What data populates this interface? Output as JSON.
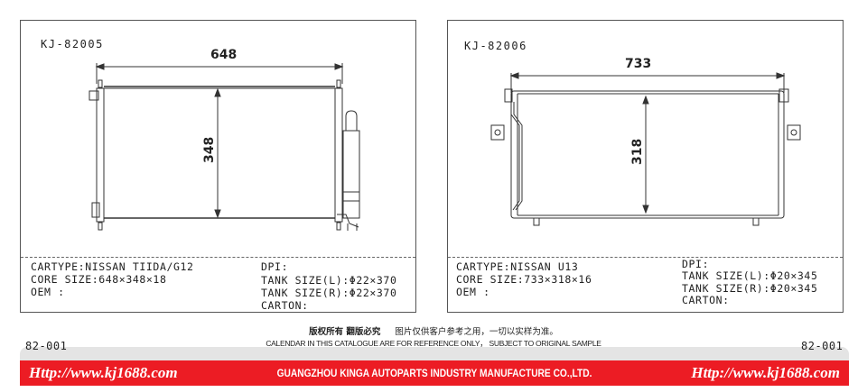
{
  "products": [
    {
      "code": "KJ-82005",
      "width_dim": "648",
      "height_dim": "348",
      "specs_left": [
        "CARTYPE:NISSAN TIIDA/G12",
        "CORE SIZE:648×348×18",
        "OEM :"
      ],
      "specs_right": [
        "DPI:",
        "TANK SIZE(L):Φ22×370",
        "TANK SIZE(R):Φ22×370",
        "CARTON:"
      ]
    },
    {
      "code": "KJ-82006",
      "width_dim": "733",
      "height_dim": "318",
      "specs_left": [
        "CARTYPE:NISSAN U13",
        "CORE SIZE:733×318×16",
        "OEM :"
      ],
      "specs_right": [
        "DPI:",
        "TANK SIZE(L):Φ20×345",
        "TANK SIZE(R):Φ20×345",
        "CARTON:"
      ]
    }
  ],
  "footer": {
    "copyright_cn": "版权所有 翻版必究",
    "notice_cn": "图片仅供客户参考之用，一切以实样为准。",
    "notice_en": "CALENDAR IN THIS CATALOGUE ARE FOR REFERENCE ONLY， SUBJECT TO ORIGINAL SAMPLE",
    "page_left": "82-001",
    "page_right": "82-001",
    "url_left": "Http://www.kj1688.com",
    "url_right": "Http://www.kj1688.com",
    "company": "GUANGZHOU KINGA AUTOPARTS INDUSTRY MANUFACTURE CO.,LTD."
  },
  "colors": {
    "brand_red": "#ec1c24"
  }
}
